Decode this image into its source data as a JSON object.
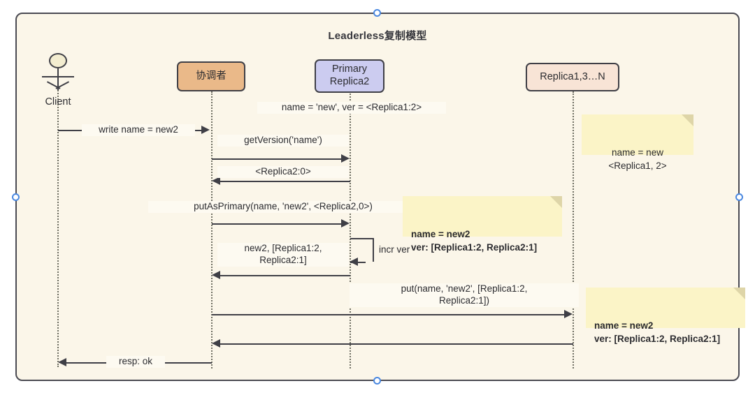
{
  "diagram": {
    "title": "Leaderless复制模型",
    "type": "uml-sequence-diagram",
    "colors": {
      "frame_bg": "#fbf6e9",
      "frame_border": "#4a4a52",
      "note_bg": "#fbf4c7",
      "anchor": "#4a88e0",
      "coordinator_box": "#eab989",
      "primary_box": "#ccccf0",
      "replica_box": "#f8e4d6",
      "actor_head": "#f3edd0",
      "line": "#3f3f46"
    },
    "participants": [
      {
        "id": "client",
        "label": "Client",
        "kind": "actor"
      },
      {
        "id": "coordinator",
        "label": "协调者",
        "kind": "box",
        "color": "#eab989"
      },
      {
        "id": "primary",
        "label": "Primary\nReplica2",
        "kind": "box",
        "color": "#ccccf0"
      },
      {
        "id": "replicas",
        "label": "Replica1,3…N",
        "kind": "box",
        "color": "#f8e4d6"
      }
    ],
    "state_labels": [
      {
        "id": "primary-state",
        "text": "name = 'new', ver = <Replica1:2>"
      }
    ],
    "messages": [
      {
        "id": "m1",
        "label": "write name = new2",
        "from": "client",
        "to": "coordinator",
        "direction": "right"
      },
      {
        "id": "m2",
        "label": "getVersion('name')",
        "from": "coordinator",
        "to": "primary",
        "direction": "right"
      },
      {
        "id": "m3",
        "label": "<Replica2:0>",
        "from": "primary",
        "to": "coordinator",
        "direction": "left"
      },
      {
        "id": "m4",
        "label": "putAsPrimary(name, 'new2', <Replica2,0>)",
        "from": "coordinator",
        "to": "primary",
        "direction": "right"
      },
      {
        "id": "m5",
        "label": "incr ver",
        "from": "primary",
        "to": "primary",
        "direction": "self"
      },
      {
        "id": "m6",
        "label": "new2, [Replica1:2,\nReplica2:1]",
        "from": "primary",
        "to": "coordinator",
        "direction": "left"
      },
      {
        "id": "m7",
        "label": "put(name, 'new2', [Replica1:2,\nReplica2:1])",
        "from": "coordinator",
        "to": "replicas",
        "direction": "right"
      },
      {
        "id": "m8",
        "label": "",
        "from": "replicas",
        "to": "coordinator",
        "direction": "left"
      },
      {
        "id": "m9",
        "label": "resp: ok",
        "from": "coordinator",
        "to": "client",
        "direction": "left"
      }
    ],
    "notes": [
      {
        "id": "n1",
        "text": "name = new\n<Replica1, 2>",
        "bold": false,
        "align": "center"
      },
      {
        "id": "n2",
        "text": "name = new2\nver: [Replica1:2, Replica2:1]",
        "bold": true,
        "align": "left"
      },
      {
        "id": "n3",
        "text": "name = new2\nver: [Replica1:2, Replica2:1]",
        "bold": true,
        "align": "left"
      }
    ]
  }
}
